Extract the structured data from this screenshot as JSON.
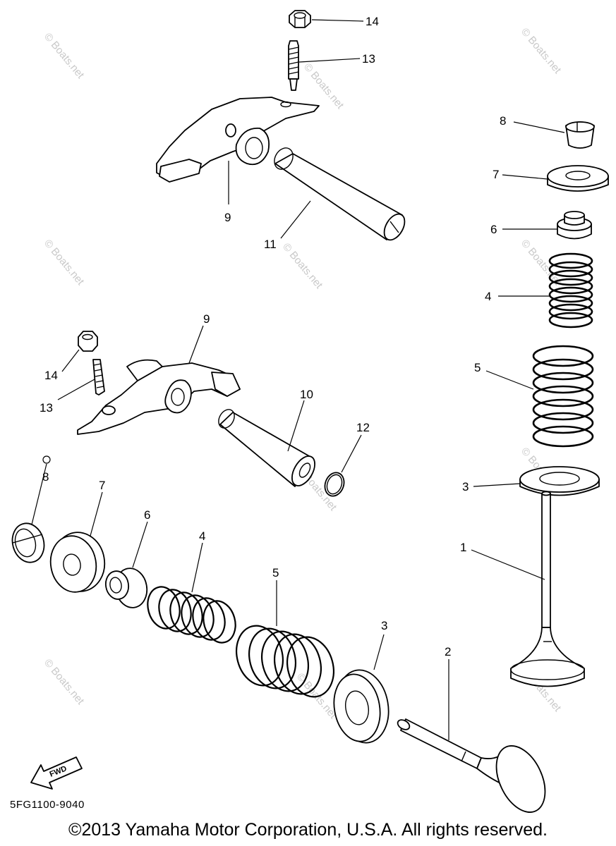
{
  "diagram": {
    "code": "5FG1100-9040",
    "copyright": "©2013 Yamaha Motor Corporation, U.S.A. All rights reserved.",
    "fwd_label": "FWD",
    "watermark": "© Boats.net",
    "callouts": {
      "valve_exhaust": "1",
      "valve_intake": "2",
      "spring_seat_upper": "3",
      "spring_seat_lower": "3",
      "inner_spring_upper": "4",
      "inner_spring_lower": "4",
      "outer_spring_upper": "5",
      "outer_spring_lower": "5",
      "stem_seal_upper": "6",
      "stem_seal_lower": "6",
      "retainer_upper": "7",
      "retainer_lower": "7",
      "cotter_upper": "8",
      "cotter_lower": "8",
      "rocker_arm_upper": "9",
      "rocker_arm_lower": "9",
      "rocker_shaft_lower": "10",
      "rocker_shaft_upper": "11",
      "o_ring": "12",
      "adjuster_upper": "13",
      "adjuster_lower": "13",
      "locknut_upper": "14",
      "locknut_lower": "14"
    }
  }
}
